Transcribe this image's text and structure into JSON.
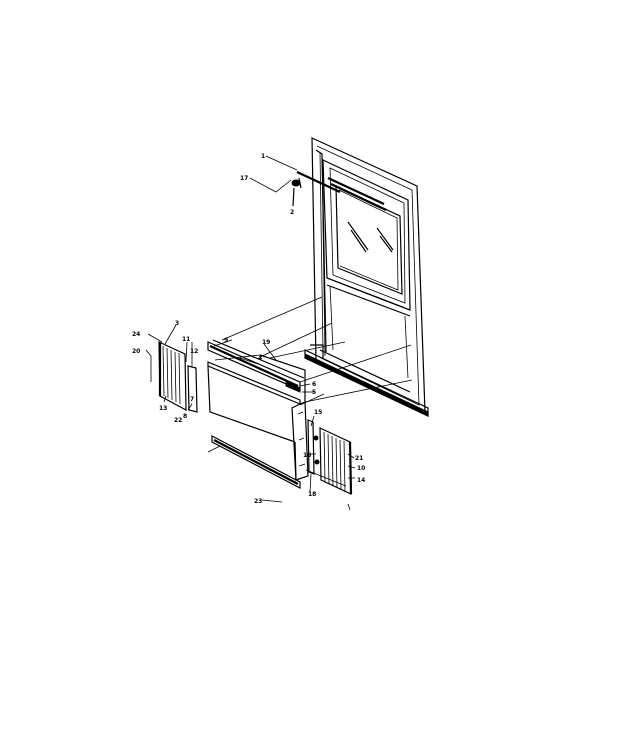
{
  "header": {
    "text": ""
  },
  "parts": [
    {
      "id": "window-frame"
    },
    {
      "id": "window-sash"
    },
    {
      "id": "top-rail"
    },
    {
      "id": "cabinet-sleeve"
    },
    {
      "id": "left-side-curtain"
    },
    {
      "id": "right-side-curtain"
    },
    {
      "id": "bottom-rail"
    },
    {
      "id": "sill-angle"
    }
  ],
  "callouts": [
    {
      "label": "1"
    },
    {
      "label": "17"
    },
    {
      "label": "2"
    },
    {
      "label": "24"
    },
    {
      "label": "3"
    },
    {
      "label": "20"
    },
    {
      "label": "13"
    },
    {
      "label": "11"
    },
    {
      "label": "12"
    },
    {
      "label": "7"
    },
    {
      "label": "8"
    },
    {
      "label": "22"
    },
    {
      "label": "9"
    },
    {
      "label": "4"
    },
    {
      "label": "19"
    },
    {
      "label": "5"
    },
    {
      "label": "6"
    },
    {
      "label": "15"
    },
    {
      "label": "16"
    },
    {
      "label": "21"
    },
    {
      "label": "14"
    },
    {
      "label": "10"
    },
    {
      "label": "18"
    },
    {
      "label": "23"
    }
  ]
}
